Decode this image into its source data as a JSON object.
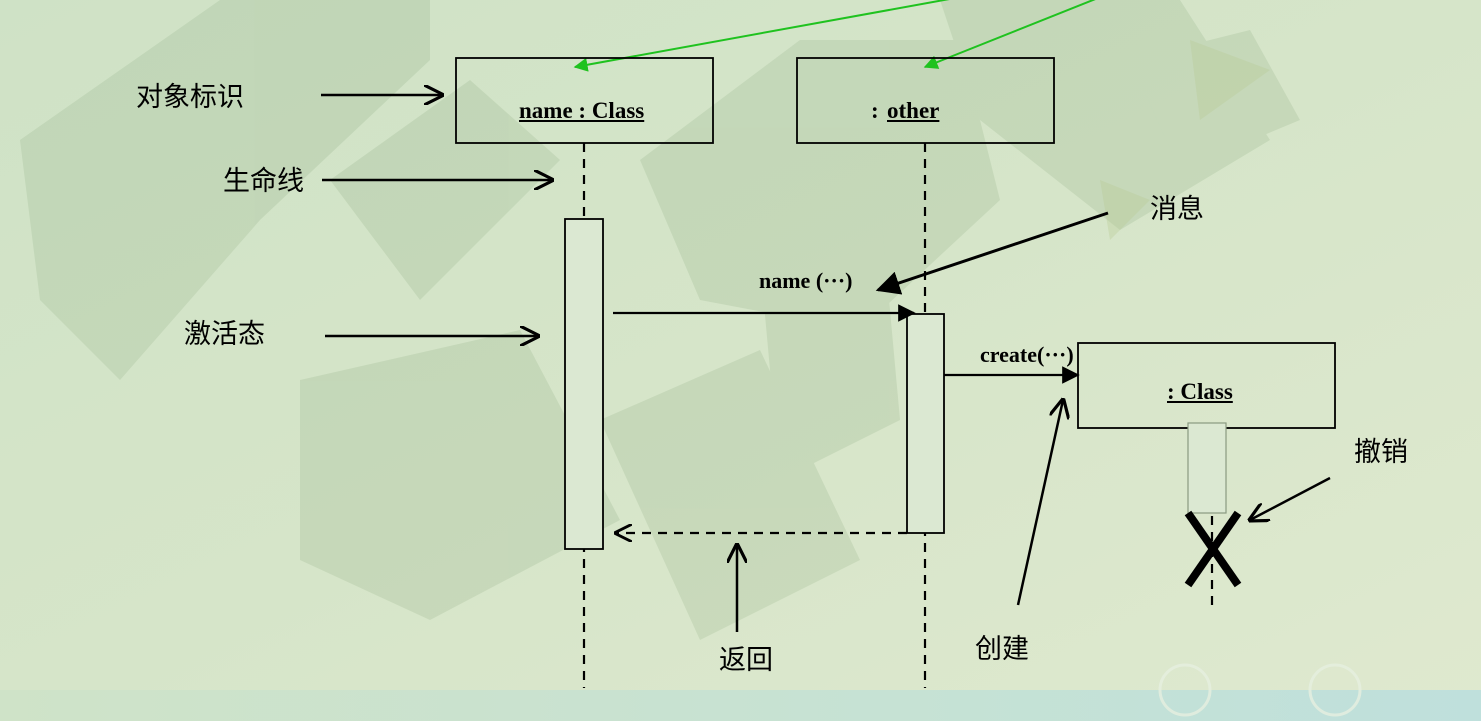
{
  "objects": [
    {
      "prefix": "",
      "name": "name : Class"
    },
    {
      "prefix": ":",
      "name": "other"
    },
    {
      "prefix": "",
      "name": ": Class"
    }
  ],
  "messages": {
    "call": "name (···)",
    "create": "create(···)"
  },
  "annotations": {
    "object_id": "对象标识",
    "lifeline": "生命线",
    "activation": "激活态",
    "message": "消息",
    "return": "返回",
    "create": "创建",
    "destroy": "撤销"
  }
}
